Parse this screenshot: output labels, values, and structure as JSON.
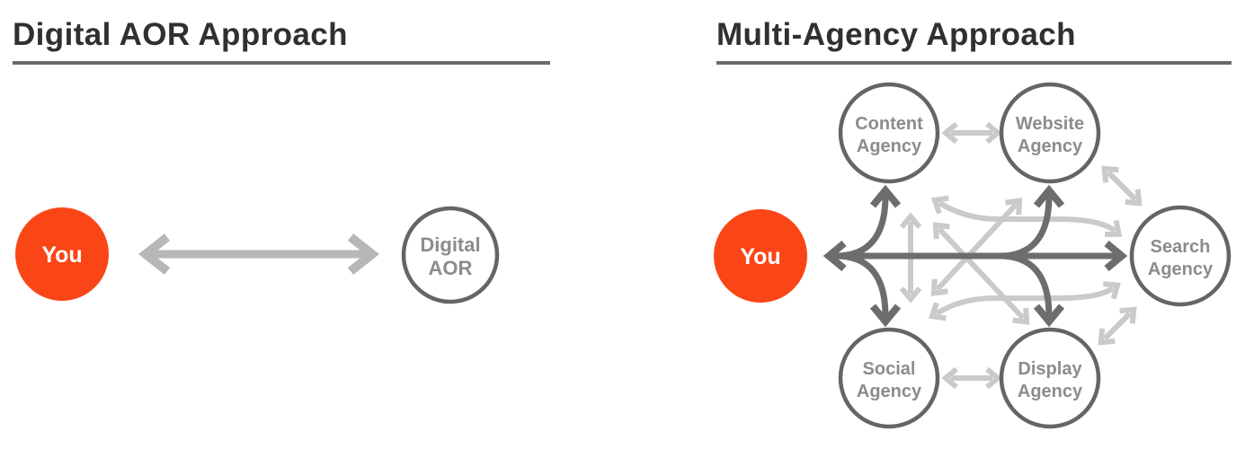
{
  "colors": {
    "background": "#ffffff",
    "accent_orange": "#FA4616",
    "title_text": "#303030",
    "title_underline": "#6b6b6b",
    "circle_outline": "#656565",
    "agency_label_gray": "#8c8c8c",
    "dark_arrow": "#6d6d6d",
    "light_arrow": "#cacaca",
    "aor_arrow": "#b7b7b7",
    "you_label_color": "#ffffff"
  },
  "left_panel": {
    "title": "Digital AOR Approach",
    "you_label": "You",
    "aor_node": {
      "line1": "Digital",
      "line2": "AOR"
    },
    "connections": [
      "You ↔ Digital AOR"
    ]
  },
  "right_panel": {
    "title": "Multi-Agency Approach",
    "you_label": "You",
    "agencies": {
      "content": {
        "line1": "Content",
        "line2": "Agency"
      },
      "website": {
        "line1": "Website",
        "line2": "Agency"
      },
      "search": {
        "line1": "Search",
        "line2": "Agency"
      },
      "social": {
        "line1": "Social",
        "line2": "Agency"
      },
      "display": {
        "line1": "Display",
        "line2": "Agency"
      }
    },
    "connections": [
      "You ↔ Search Agency (horizontal two-way)",
      "You ↔ Content Agency (curved branch up)",
      "You ↔ Social Agency (curved branch down)",
      "You ↔ Website Agency (curved branch up)",
      "You ↔ Display Agency (curved branch down)",
      "Content Agency ↔ Website Agency (two-way)",
      "Social Agency ↔ Display Agency (two-way)",
      "Website Agency ↔ Search Agency (diagonal two-way)",
      "Display Agency ↔ Search Agency (diagonal two-way)",
      "Tangle: vertical two-way, two crossing diagonals, top and bottom curved swoosh arrows"
    ]
  }
}
